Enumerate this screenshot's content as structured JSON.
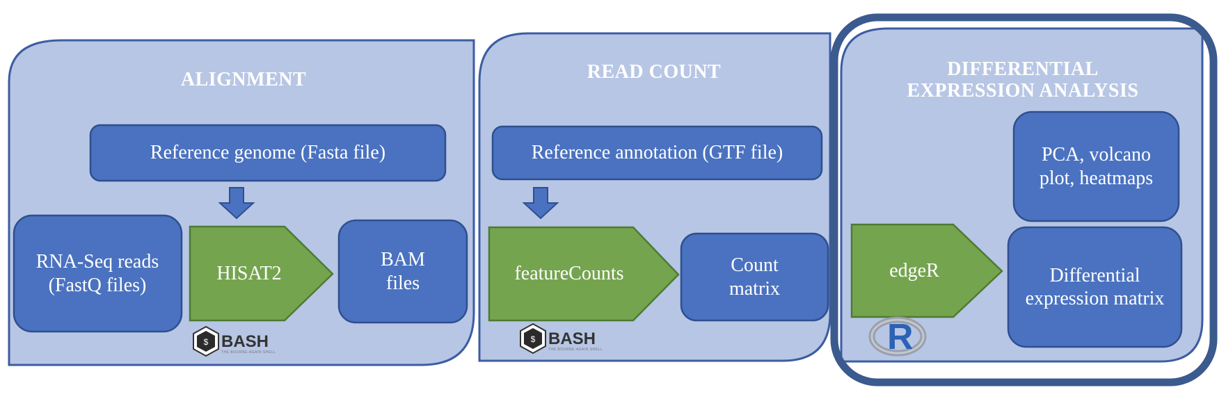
{
  "colors": {
    "panel_fill": "#b7c6e4",
    "panel_stroke": "#3c5da2",
    "box_fill": "#4a72c0",
    "box_stroke": "#2f4f8f",
    "tool_fill": "#75a44f",
    "tool_stroke": "#4e7a33",
    "highlight_border": "#3b5a8e"
  },
  "sections": {
    "alignment": {
      "title": "ALIGNMENT",
      "reference": "Reference genome (Fasta file)",
      "input": "RNA-Seq reads (FastQ files)",
      "tool": "HISAT2",
      "output": "BAM files",
      "logo": "BASH"
    },
    "read_count": {
      "title": "READ COUNT",
      "reference": "Reference annotation (GTF file)",
      "tool": "featureCounts",
      "output": "Count matrix",
      "logo": "BASH"
    },
    "dea": {
      "title": "DIFFERENTIAL EXPRESSION ANALYSIS",
      "plots": "PCA, volcano plot, heatmaps",
      "tool": "edgeR",
      "output": "Differential expression matrix",
      "logo": "R"
    }
  },
  "icons": {
    "down_arrow": "down-arrow-icon",
    "bash_logo": "bash-logo-icon",
    "r_logo": "r-logo-icon"
  }
}
